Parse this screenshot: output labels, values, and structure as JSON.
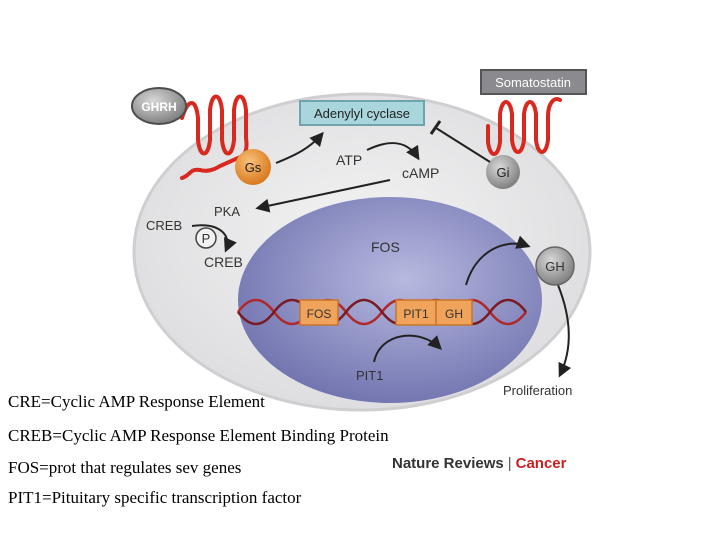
{
  "diagram": {
    "labels": {
      "ghrh": "GHRH",
      "somatostatin": "Somatostatin",
      "adenylyl_cyclase": "Adenylyl cyclase",
      "gs": "Gs",
      "gi": "Gi",
      "atp": "ATP",
      "camp": "cAMP",
      "creb_top": "CREB",
      "pka": "PKA",
      "p": "P",
      "creb_mid": "CREB",
      "fos_protein": "FOS",
      "gh_out": "GH",
      "fos_gene": "FOS",
      "pit1_gene": "PIT1",
      "gh_gene": "GH",
      "pit1_protein": "PIT1",
      "proliferation": "Proliferation"
    },
    "colors": {
      "cell": "#e9e9ea",
      "nucleus": "#8c8fc6",
      "receptor": "#d9281e",
      "g_protein": "#e58a2a",
      "gene_box": "#f0a35a",
      "cyclase_box": "#a9d5dc"
    }
  },
  "definitions": [
    "CRE=Cyclic AMP Response Element",
    "CREB=Cyclic AMP Response Element Binding Protein",
    "FOS=prot that regulates sev genes",
    "PIT1=Pituitary specific transcription factor"
  ],
  "credit": {
    "publisher": "Nature Reviews",
    "separator": "|",
    "journal": "Cancer"
  }
}
